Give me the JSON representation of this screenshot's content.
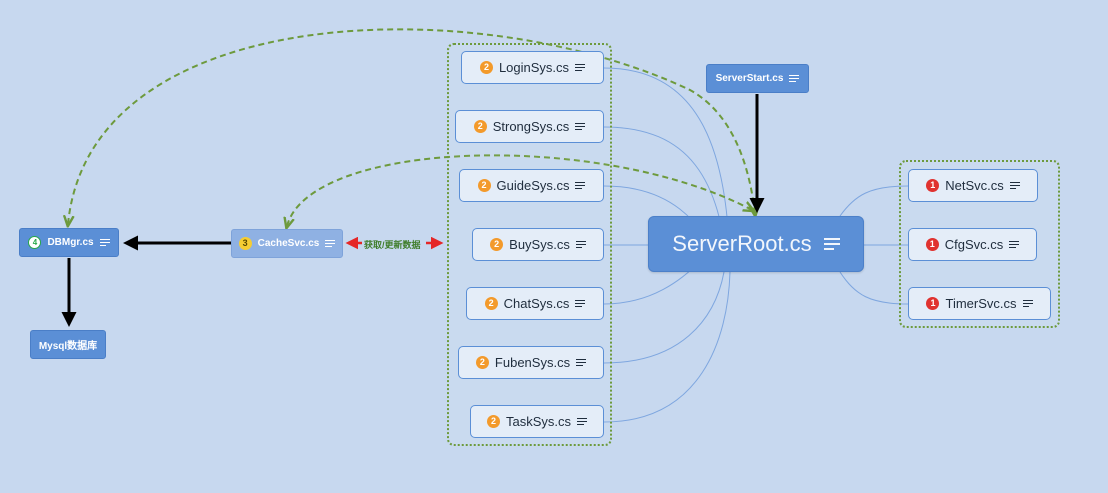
{
  "colors": {
    "background": "#c7d8ef",
    "curve": "#7ea6df",
    "dashed": "#6d9a3d",
    "arrow_black": "#000000",
    "arrow_red": "#e52727",
    "orange_badge": "#f39a2b",
    "red_badge": "#e0322f"
  },
  "root": {
    "label": "ServerRoot.cs",
    "icon": "note-icon"
  },
  "server_start": {
    "label": "ServerStart.cs"
  },
  "systems": [
    {
      "label": "LoginSys.cs",
      "badge": "2"
    },
    {
      "label": "StrongSys.cs",
      "badge": "2"
    },
    {
      "label": "GuideSys.cs",
      "badge": "2"
    },
    {
      "label": "BuySys.cs",
      "badge": "2"
    },
    {
      "label": "ChatSys.cs",
      "badge": "2"
    },
    {
      "label": "FubenSys.cs",
      "badge": "2"
    },
    {
      "label": "TaskSys.cs",
      "badge": "2"
    }
  ],
  "services": [
    {
      "label": "NetSvc.cs",
      "badge": "1"
    },
    {
      "label": "CfgSvc.cs",
      "badge": "1"
    },
    {
      "label": "TimerSvc.cs",
      "badge": "1"
    }
  ],
  "cache": {
    "label": "CacheSvc.cs",
    "badge": "3"
  },
  "dbmgr": {
    "label": "DBMgr.cs",
    "badge": "4"
  },
  "mysql": {
    "label": "Mysql数据库"
  },
  "edge_label": "获取/更新数据"
}
